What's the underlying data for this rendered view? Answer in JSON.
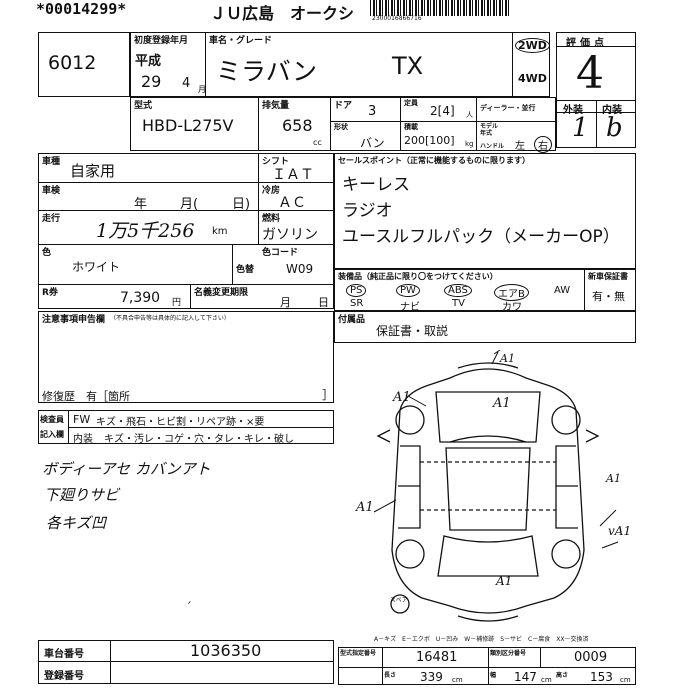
{
  "header": {
    "lot_code": "*00014299*",
    "auction": "ＪＵ広島　オークシ",
    "barcode_digits": "2300016866716"
  },
  "lot_no": "6012",
  "first_reg": {
    "label": "初度登録年月",
    "era": "平成",
    "year": "29",
    "month": "4",
    "month_unit": "月"
  },
  "model": {
    "label": "車名・グレード",
    "name": "ミラバン",
    "grade": "TX"
  },
  "drive": {
    "two": "2WD",
    "four": "4WD"
  },
  "rating": {
    "label": "評価点",
    "score": "4",
    "ext_label": "外装",
    "int_label": "内装",
    "ext": "1",
    "int": "b"
  },
  "type": {
    "label": "型式",
    "value": "HBD-L275V"
  },
  "displacement": {
    "label": "排気量",
    "value": "658",
    "unit": "cc"
  },
  "doors": {
    "label": "ドア",
    "value": "3"
  },
  "body": {
    "label": "形状",
    "value": "バン"
  },
  "capacity": {
    "label": "定員",
    "value": "2[4]",
    "unit": "人"
  },
  "load": {
    "label": "積載",
    "value": "200[100]",
    "unit": "kg"
  },
  "dealer": {
    "label": "ディーラー・並行"
  },
  "model_year": {
    "label": "モデル年式"
  },
  "handle": {
    "label": "ハンドル",
    "left": "左",
    "right": "右"
  },
  "usage": {
    "label": "車種",
    "value": "自家用"
  },
  "shift": {
    "label": "シフト",
    "value": "ＩＡＴ"
  },
  "inspection": {
    "label": "車検",
    "year": "年",
    "month": "月(",
    "day": "日)"
  },
  "cooling": {
    "label": "冷房",
    "value": "ＡＣ"
  },
  "mileage": {
    "label": "走行",
    "value": "1万5千256",
    "unit": "km"
  },
  "fuel": {
    "label": "燃料",
    "value": "ガソリン"
  },
  "color": {
    "label": "色",
    "value": "ホワイト",
    "color_change_label": "色替",
    "code_label": "色コード",
    "code": "W09"
  },
  "recycle": {
    "label": "R券",
    "value": "7,390",
    "unit": "円"
  },
  "name_change": {
    "label": "名義変更期限",
    "month": "月",
    "day": "日"
  },
  "sales_point": {
    "label": "セールスポイント（正常に機能するものに限ります）",
    "items": [
      "キーレス",
      "ラジオ",
      "ユースルフルパック（メーカーOP）"
    ]
  },
  "equipment": {
    "label": "装備品（純正品に限り〇をつけてください）",
    "row1": [
      "PS",
      "PW",
      "ABS",
      "エアB",
      "AW"
    ],
    "row2": [
      "SR",
      "ナビ",
      "TV",
      "カワ"
    ],
    "new_car_label": "新車保証書",
    "new_car": "有・無"
  },
  "notes": {
    "label": "注意事項申告欄",
    "sub": "（不具合申告等は具体的に記入して下さい）",
    "repair": "修復歴　有［箇所",
    "repair_end": "］"
  },
  "accessories": {
    "label": "付属品",
    "value": "保証書・取説"
  },
  "condition": {
    "label1": "検査員",
    "label2": "記入欄",
    "ext_label": "FW",
    "ext_items": "キズ・飛石・ヒビ割・リペア跡・×要",
    "int_label": "内装",
    "int_items": "キズ・汚レ・コゲ・穴・タレ・キレ・破し"
  },
  "handwritten": {
    "line1": "ボディーアセ カバンアト",
    "line2": "下廻りサビ",
    "line3": "各キズ凹"
  },
  "diagram_marks": {
    "a1": "A1",
    "va1": "vA1"
  },
  "spare": "スペア",
  "legend": "A－キズ　E－エクボ　U－凹み　W－補修跡　S－サビ　C－腐食　XX－交換済",
  "chassis": {
    "label": "車台番号",
    "value": "1036350"
  },
  "registration": {
    "label": "登録番号"
  },
  "type_no": {
    "label": "型式指定番号",
    "value": "16481"
  },
  "class_no": {
    "label": "類別区分番号",
    "value": "0009"
  },
  "dims": {
    "length_label": "長さ",
    "length": "339",
    "width_label": "幅",
    "width": "147",
    "height_label": "高さ",
    "height": "153",
    "unit": "cm"
  }
}
